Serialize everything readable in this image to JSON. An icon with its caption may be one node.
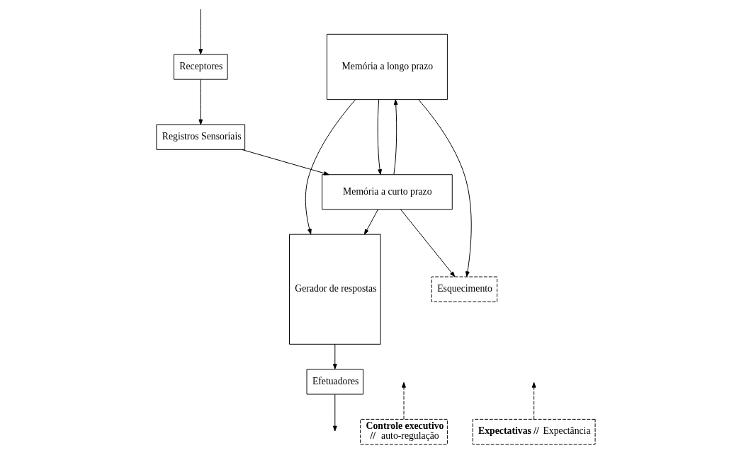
{
  "diagram": {
    "nodes": [
      {
        "text": [
          "Receptores"
        ]
      },
      {
        "text": [
          "Registros Sensoriais"
        ]
      },
      {
        "text": [
          "Memória a longo prazo"
        ]
      },
      {
        "text": [
          "Memória a curto prazo"
        ]
      },
      {
        "text": [
          "Esquecimento"
        ]
      },
      {
        "text": [
          "Gerador de respostas"
        ]
      },
      {
        "text": [
          "Efetuadores"
        ]
      },
      {
        "text": [
          "**Controle executivo**",
          "**//** auto-regulação"
        ]
      },
      {
        "text": [
          "**Expectativas //** Expectância"
        ]
      }
    ],
    "edges": [
      {
        "from": null,
        "to": 0,
        "arrow": "to"
      },
      {
        "from": 0,
        "to": 1,
        "arrow": "to"
      },
      {
        "from": 1,
        "to": 3,
        "arrow": "to"
      },
      {
        "from": 2,
        "to": 3,
        "arrow": "to"
      },
      {
        "from": 3,
        "to": 2,
        "arrow": "to"
      },
      {
        "from": 2,
        "to": 4,
        "arrow": "to"
      },
      {
        "from": 3,
        "to": 4,
        "arrow": "to"
      },
      {
        "from": 2,
        "to": 5,
        "arrow": "to"
      },
      {
        "from": 3,
        "to": 5,
        "arrow": "to"
      },
      {
        "from": 5,
        "to": 6,
        "arrow": "to"
      },
      {
        "from": 6,
        "to": null,
        "arrow": "to"
      },
      {
        "from": 7,
        "to": null,
        "arrow": "to",
        "style": "dashed"
      },
      {
        "from": 8,
        "to": null,
        "arrow": "to",
        "style": "dashed"
      }
    ]
  }
}
